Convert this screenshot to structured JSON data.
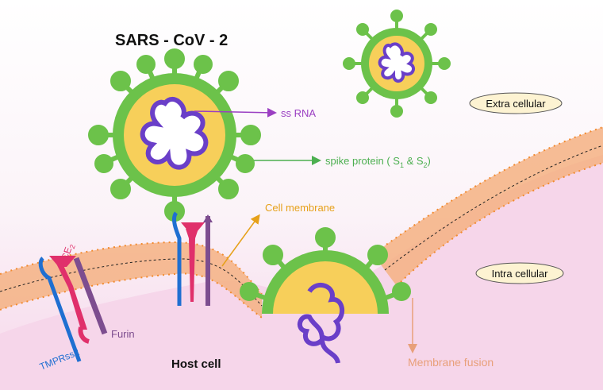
{
  "title": "SARS - CoV - 2",
  "labels": {
    "ss_rna": "ss RNA",
    "spike_protein_prefix": "spike protein ( S",
    "spike_sub1": "1",
    "spike_amp": " & S",
    "spike_sub2": "2",
    "spike_suffix": ")",
    "extra_cellular": "Extra cellular",
    "intra_cellular": "Intra cellular",
    "cell_membrane": "Cell membrane",
    "ace2_main": "ACE",
    "ace2_sub": "2",
    "tmprss2": "TMPRss2",
    "furin": "Furin",
    "host_cell": "Host cell",
    "membrane_fusion": "Membrane fusion"
  },
  "colors": {
    "virus_green": "#6cc24a",
    "virus_yellow": "#f7cf5a",
    "rna_purple": "#6a3fc8",
    "membrane_orange": "#f4b183",
    "host_pink": "#f6d6ea",
    "ace2_red": "#e0306b",
    "tmprss2_blue": "#1f6fd1",
    "furin_purple": "#7d4d8f",
    "title_black": "#111111",
    "ss_rna_text": "#9b3fc2",
    "spike_text": "#4caf50",
    "cell_membrane_text": "#e6a11a",
    "membrane_fusion_text": "#e8a07a"
  }
}
